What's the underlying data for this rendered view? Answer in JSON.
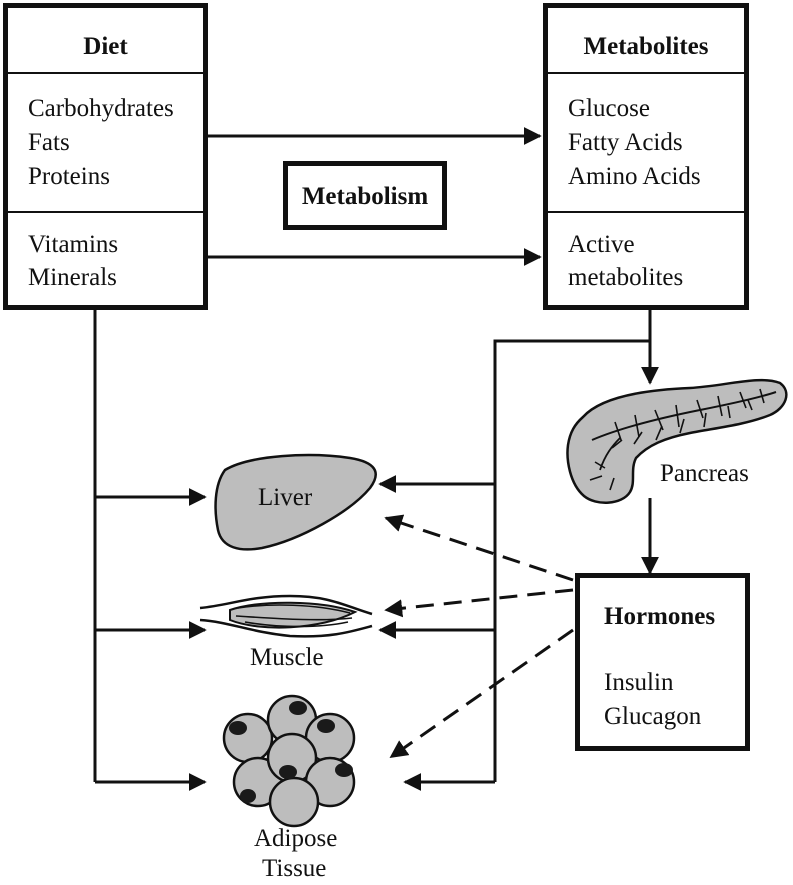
{
  "diet": {
    "title": "Diet",
    "macros": [
      "Carbohydrates",
      "Fats",
      "Proteins"
    ],
    "micros": [
      "Vitamins",
      "Minerals"
    ]
  },
  "metabolites": {
    "title": "Metabolites",
    "basic": [
      "Glucose",
      "Fatty Acids",
      "Amino Acids"
    ],
    "active": [
      "Active",
      "metabolites"
    ]
  },
  "process": {
    "label": "Metabolism"
  },
  "hormones": {
    "title": "Hormones",
    "items": [
      "Insulin",
      "Glucagon"
    ]
  },
  "organs": {
    "pancreas": "Pancreas",
    "liver": "Liver",
    "muscle": "Muscle",
    "adipose": [
      "Adipose",
      "Tissue"
    ]
  },
  "colors": {
    "line": "#111111",
    "organ_fill": "#bdbdbd",
    "nucleus": "#1a1a1a"
  }
}
